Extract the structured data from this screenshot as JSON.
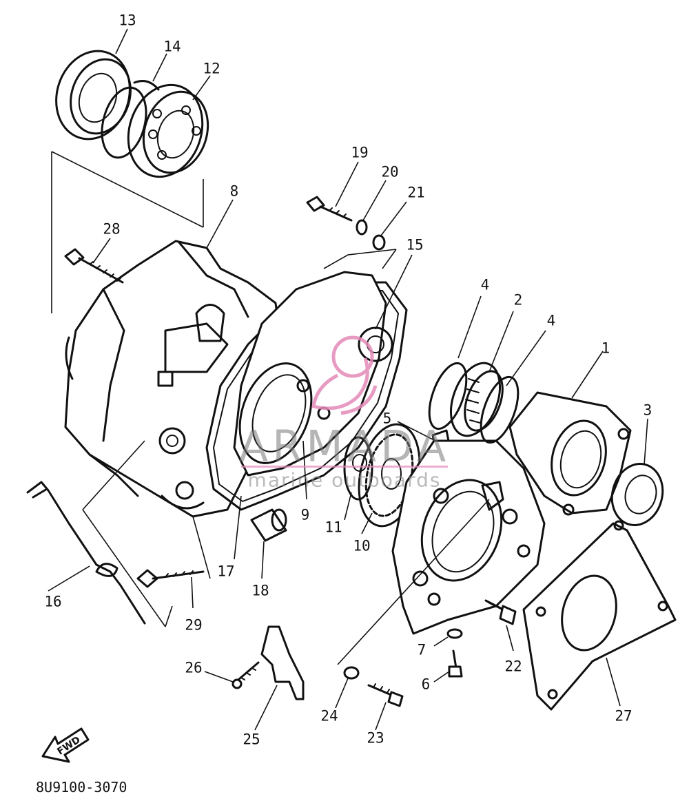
{
  "diagram_code": "8U9100-3070",
  "direction_arrow_text": "FWD",
  "watermark": {
    "title": "ARMADA",
    "subtitle": "marine outboards",
    "color": "#e58ab8"
  },
  "callouts": [
    {
      "key": "c1",
      "label": "1"
    },
    {
      "key": "c2",
      "label": "2"
    },
    {
      "key": "c3",
      "label": "3"
    },
    {
      "key": "c4a",
      "label": "4"
    },
    {
      "key": "c4b",
      "label": "4"
    },
    {
      "key": "c5",
      "label": "5"
    },
    {
      "key": "c6",
      "label": "6"
    },
    {
      "key": "c7",
      "label": "7"
    },
    {
      "key": "c8",
      "label": "8"
    },
    {
      "key": "c9",
      "label": "9"
    },
    {
      "key": "c10",
      "label": "10"
    },
    {
      "key": "c11",
      "label": "11"
    },
    {
      "key": "c12",
      "label": "12"
    },
    {
      "key": "c13",
      "label": "13"
    },
    {
      "key": "c14",
      "label": "14"
    },
    {
      "key": "c15",
      "label": "15"
    },
    {
      "key": "c16",
      "label": "16"
    },
    {
      "key": "c17",
      "label": "17"
    },
    {
      "key": "c18",
      "label": "18"
    },
    {
      "key": "c19",
      "label": "19"
    },
    {
      "key": "c20",
      "label": "20"
    },
    {
      "key": "c21",
      "label": "21"
    },
    {
      "key": "c22",
      "label": "22"
    },
    {
      "key": "c23",
      "label": "23"
    },
    {
      "key": "c24",
      "label": "24"
    },
    {
      "key": "c25",
      "label": "25"
    },
    {
      "key": "c26",
      "label": "26"
    },
    {
      "key": "c27",
      "label": "27"
    },
    {
      "key": "c28",
      "label": "28"
    },
    {
      "key": "c29",
      "label": "29"
    }
  ]
}
